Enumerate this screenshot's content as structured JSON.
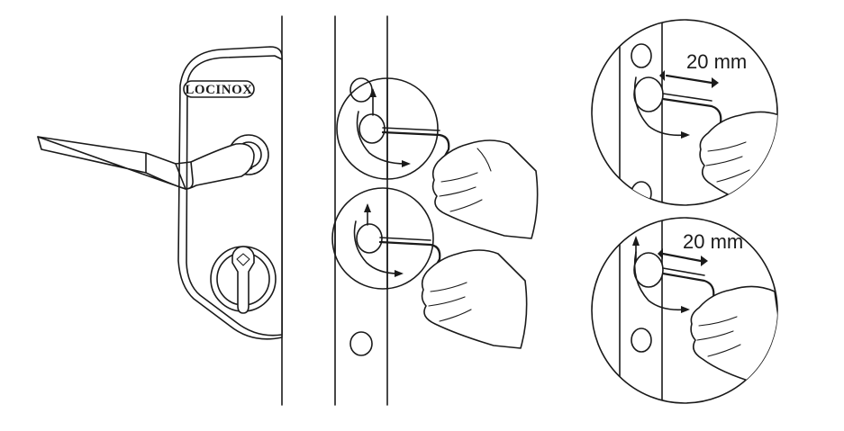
{
  "lock": {
    "brand": "LOCINOX"
  },
  "details": {
    "top": {
      "dimension": "20 mm"
    },
    "bottom": {
      "dimension": "20 mm"
    }
  }
}
